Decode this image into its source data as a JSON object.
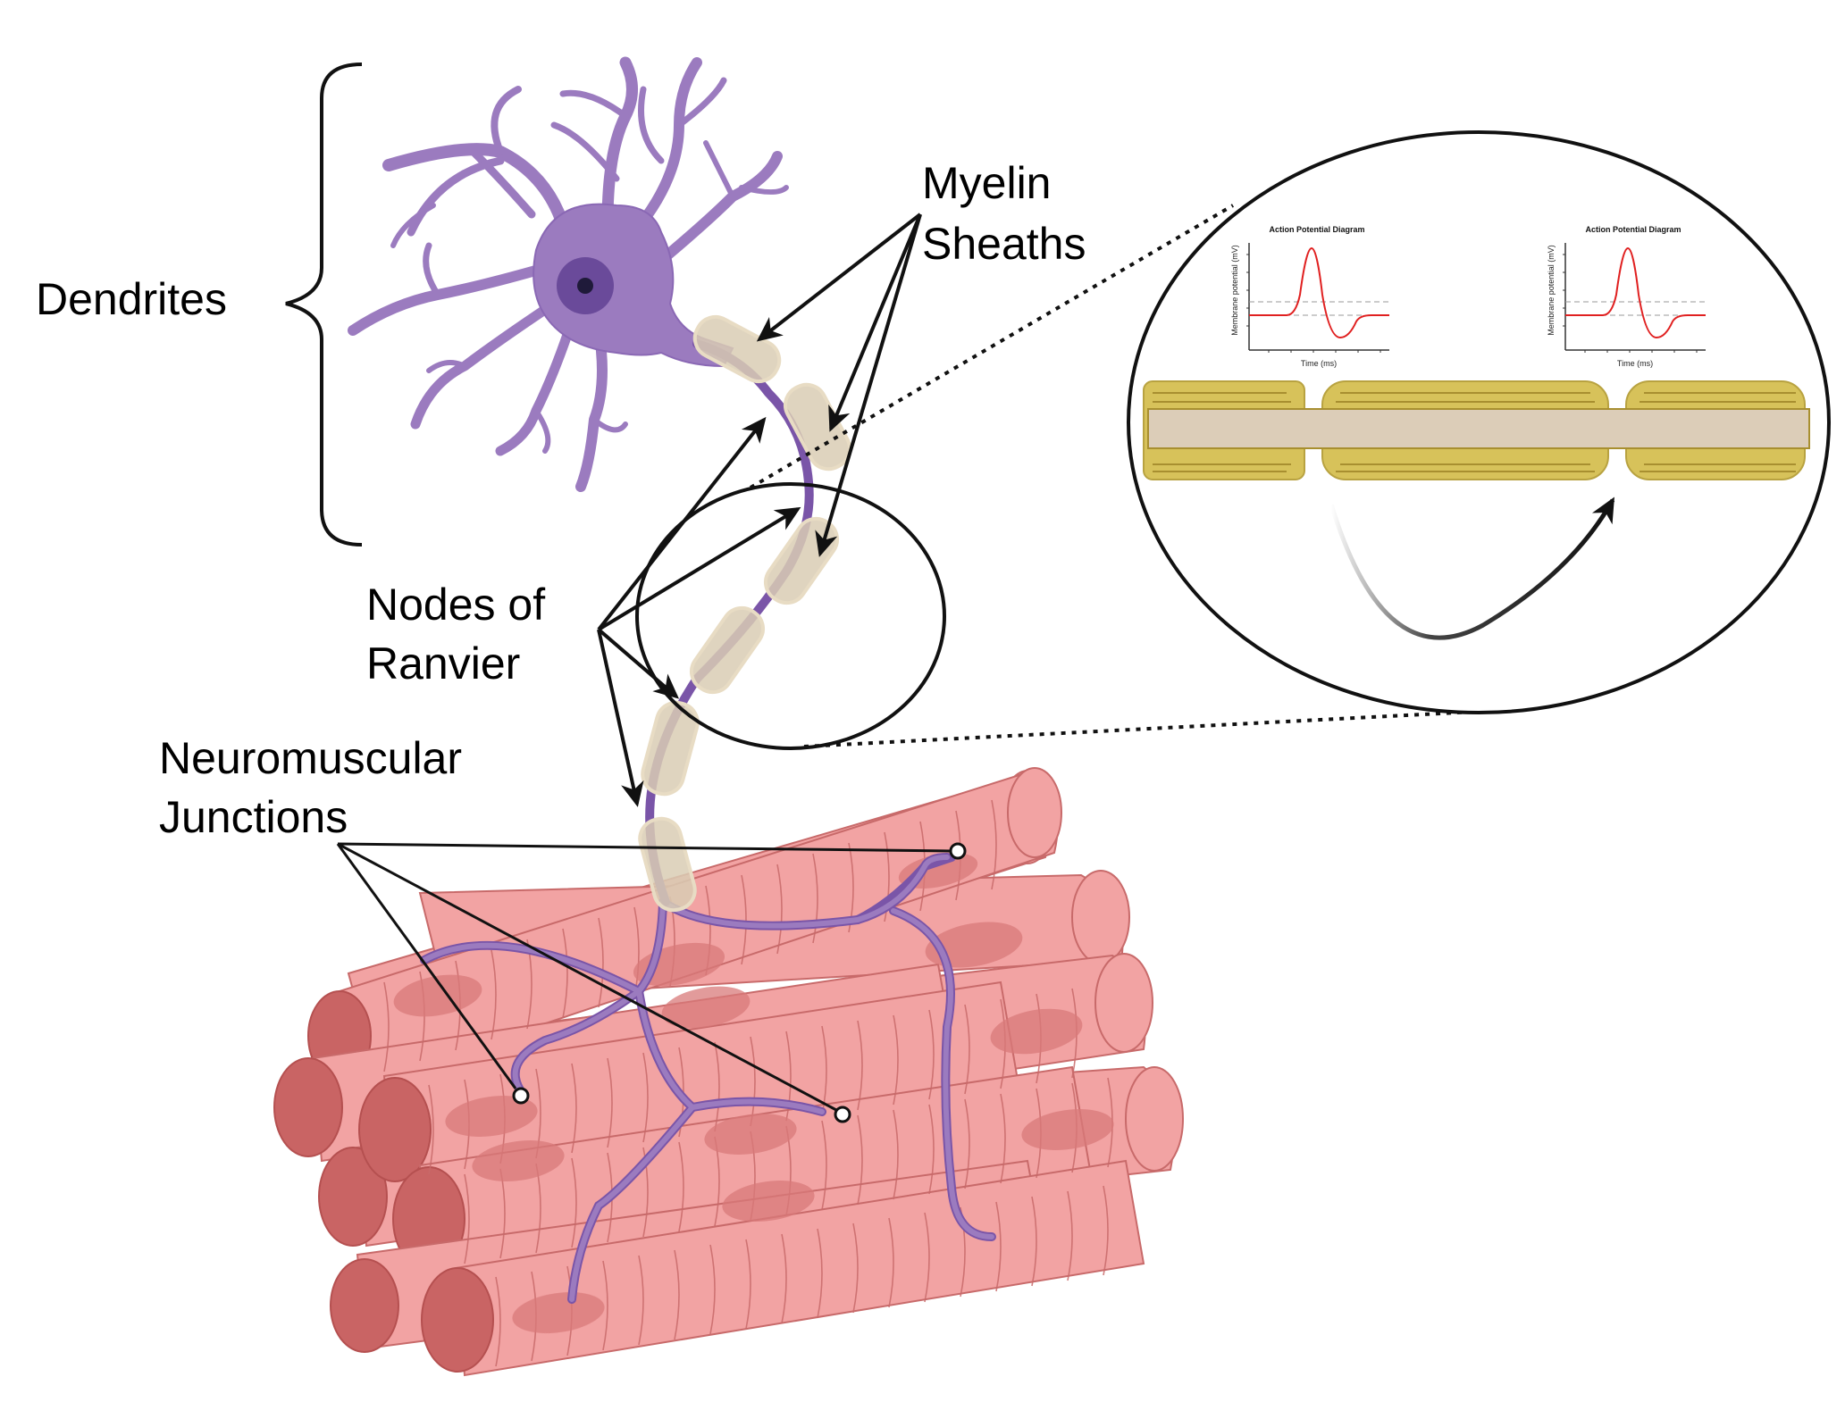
{
  "labels": {
    "dendrites": "Dendrites",
    "myelin_line1": "Myelin",
    "myelin_line2": "Sheaths",
    "nodes_line1": "Nodes of",
    "nodes_line2": "Ranvier",
    "nmj_line1": "Neuromuscular",
    "nmj_line2": "Junctions"
  },
  "inset_graphs": [
    {
      "title": "Action Potential Diagram",
      "ylabel": "Membrane potential (mV)",
      "xlabel": "Time (ms)"
    },
    {
      "title": "Action Potential Diagram",
      "ylabel": "Membrane potential (mV)",
      "xlabel": "Time (ms)"
    }
  ],
  "colors": {
    "neuron": "#9b7bbf",
    "neuron_outline": "#7a55a8",
    "nucleus": "#6a4a9a",
    "myelin": "#d9ccb4",
    "muscle": "#f2a3a3",
    "muscle_dark": "#c96464",
    "muscle_line": "#c86a6a",
    "nerve_branch": "#8c6cc0",
    "sheath_gold": "#d7c25a",
    "axon_core": "#dccdb8",
    "ap_curve": "#e02020"
  }
}
